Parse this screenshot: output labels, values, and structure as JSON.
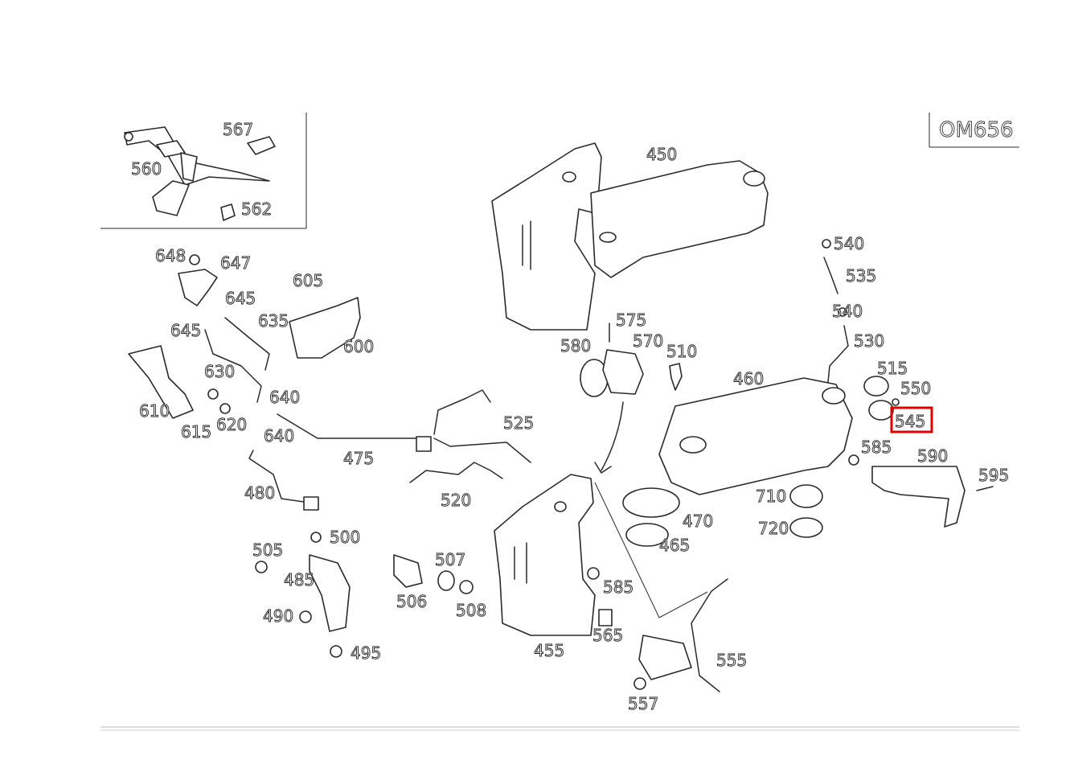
{
  "diagram": {
    "engine_code": "OM656",
    "highlighted_part": "545",
    "highlight_color": "#e00000",
    "inset_labels": [
      "560",
      "567",
      "562"
    ],
    "part_labels": [
      "450",
      "540",
      "535",
      "540",
      "530",
      "515",
      "550",
      "545",
      "460",
      "590",
      "585",
      "595",
      "710",
      "720",
      "470",
      "465",
      "575",
      "570",
      "580",
      "510",
      "525",
      "520",
      "475",
      "480",
      "455",
      "585",
      "565",
      "555",
      "557",
      "505",
      "500",
      "485",
      "490",
      "495",
      "507",
      "506",
      "508",
      "648",
      "647",
      "645",
      "645",
      "635",
      "605",
      "600",
      "630",
      "610",
      "615",
      "620",
      "640",
      "640"
    ]
  }
}
